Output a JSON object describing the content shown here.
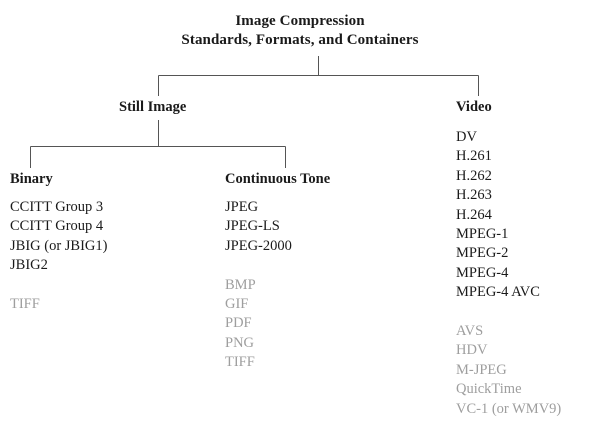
{
  "diagram": {
    "title": {
      "line1": "Image Compression",
      "line2": "Standards, Formats, and Containers"
    },
    "colors": {
      "text": "#1a1a1a",
      "dim_text": "#9e9e9e",
      "line": "#555555",
      "background": "#ffffff"
    },
    "nodes": {
      "still_image": "Still Image",
      "video": "Video",
      "binary": "Binary",
      "continuous_tone": "Continuous Tone"
    },
    "columns": {
      "binary": [
        {
          "label": "CCITT Group 3",
          "dim": false,
          "gap_before": false
        },
        {
          "label": "CCITT Group 4",
          "dim": false,
          "gap_before": false
        },
        {
          "label": "JBIG (or JBIG1)",
          "dim": false,
          "gap_before": false
        },
        {
          "label": "JBIG2",
          "dim": false,
          "gap_before": false
        },
        {
          "label": "TIFF",
          "dim": true,
          "gap_before": true
        }
      ],
      "continuous_tone": [
        {
          "label": "JPEG",
          "dim": false,
          "gap_before": false
        },
        {
          "label": "JPEG-LS",
          "dim": false,
          "gap_before": false
        },
        {
          "label": "JPEG-2000",
          "dim": false,
          "gap_before": false
        },
        {
          "label": "BMP",
          "dim": true,
          "gap_before": true
        },
        {
          "label": "GIF",
          "dim": true,
          "gap_before": false
        },
        {
          "label": "PDF",
          "dim": true,
          "gap_before": false
        },
        {
          "label": "PNG",
          "dim": true,
          "gap_before": false
        },
        {
          "label": "TIFF",
          "dim": true,
          "gap_before": false
        }
      ],
      "video": [
        {
          "label": "DV",
          "dim": false,
          "gap_before": false
        },
        {
          "label": "H.261",
          "dim": false,
          "gap_before": false
        },
        {
          "label": "H.262",
          "dim": false,
          "gap_before": false
        },
        {
          "label": "H.263",
          "dim": false,
          "gap_before": false
        },
        {
          "label": "H.264",
          "dim": false,
          "gap_before": false
        },
        {
          "label": "MPEG-1",
          "dim": false,
          "gap_before": false
        },
        {
          "label": "MPEG-2",
          "dim": false,
          "gap_before": false
        },
        {
          "label": "MPEG-4",
          "dim": false,
          "gap_before": false
        },
        {
          "label": "MPEG-4 AVC",
          "dim": false,
          "gap_before": false
        },
        {
          "label": "AVS",
          "dim": true,
          "gap_before": true
        },
        {
          "label": "HDV",
          "dim": true,
          "gap_before": false
        },
        {
          "label": "M-JPEG",
          "dim": true,
          "gap_before": false
        },
        {
          "label": "QuickTime",
          "dim": true,
          "gap_before": false
        },
        {
          "label": "VC-1 (or WMV9)",
          "dim": true,
          "gap_before": false
        }
      ]
    }
  }
}
